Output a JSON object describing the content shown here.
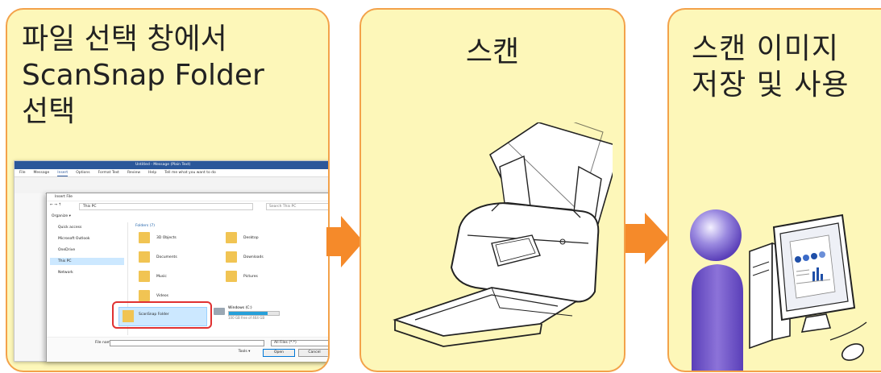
{
  "steps": [
    {
      "title_lines": [
        "파일 선택 창에서",
        "ScanSnap Folder",
        "선택"
      ]
    },
    {
      "title": "스캔"
    },
    {
      "title_lines": [
        "스캔 이미지",
        "저장 및 사용"
      ]
    }
  ],
  "colors": {
    "panel_fill": "#fdf7b9",
    "panel_border": "#f3a24a",
    "arrow": "#f58a2a",
    "highlight": "#e03131"
  },
  "outlook": {
    "window_title": "Untitled - Message (Plain Text)",
    "menu": [
      "File",
      "Message",
      "Insert",
      "Options",
      "Format Text",
      "Review",
      "Help",
      "Tell me what you want to do"
    ]
  },
  "dialog": {
    "title": "Insert File",
    "path": "This PC",
    "search_placeholder": "Search This PC",
    "organize": "Organize ▾",
    "nav": [
      "Quick access",
      "Microsoft Outlook",
      "OneDrive",
      "This PC",
      "Network"
    ],
    "group": "Folders (7)",
    "folders": [
      "3D Objects",
      "Desktop",
      "Documents",
      "Downloads",
      "Music",
      "Pictures",
      "Videos"
    ],
    "highlight_folder": "ScanSnap Folder",
    "drive_label": "Windows (C:)",
    "drive_free": "100 GB free of 464 GB",
    "drive_used_fraction": 0.78,
    "file_name_label": "File name:",
    "file_type": "All Files (*.*)",
    "tools": "Tools ▾",
    "open": "Open",
    "cancel": "Cancel"
  }
}
